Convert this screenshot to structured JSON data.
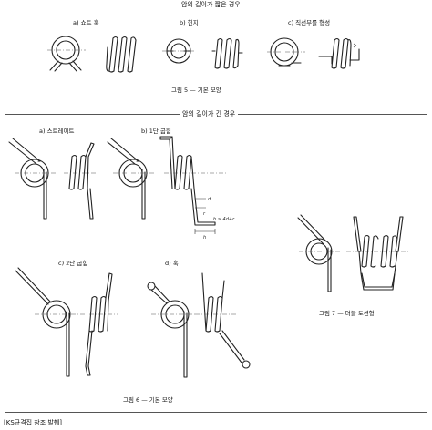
{
  "top_panel": {
    "title": "암의 길이가 짧은 경우",
    "items": [
      {
        "label": "a) 쇼트 훅"
      },
      {
        "label": "b) 힌지"
      },
      {
        "label": "c) 직선부를 형성"
      }
    ],
    "caption": "그림 5 — 기본 모양"
  },
  "bottom_panel": {
    "title": "암의 길이가 긴 경우",
    "items": [
      {
        "label": "a) 스트레이트"
      },
      {
        "label": "b) 1단 굽힘"
      },
      {
        "label": "c) 2단 굽힘"
      },
      {
        "label": "d) 훅"
      }
    ],
    "dimension_labels": {
      "d": "d",
      "r": "r",
      "formula": "h ≥ 4d+r",
      "h": "h"
    },
    "caption_left": "그림 6 — 기본 모양",
    "caption_right": "그림 7 — 더블 토션형"
  },
  "footnote": "[KS규격집 참조 발췌]"
}
